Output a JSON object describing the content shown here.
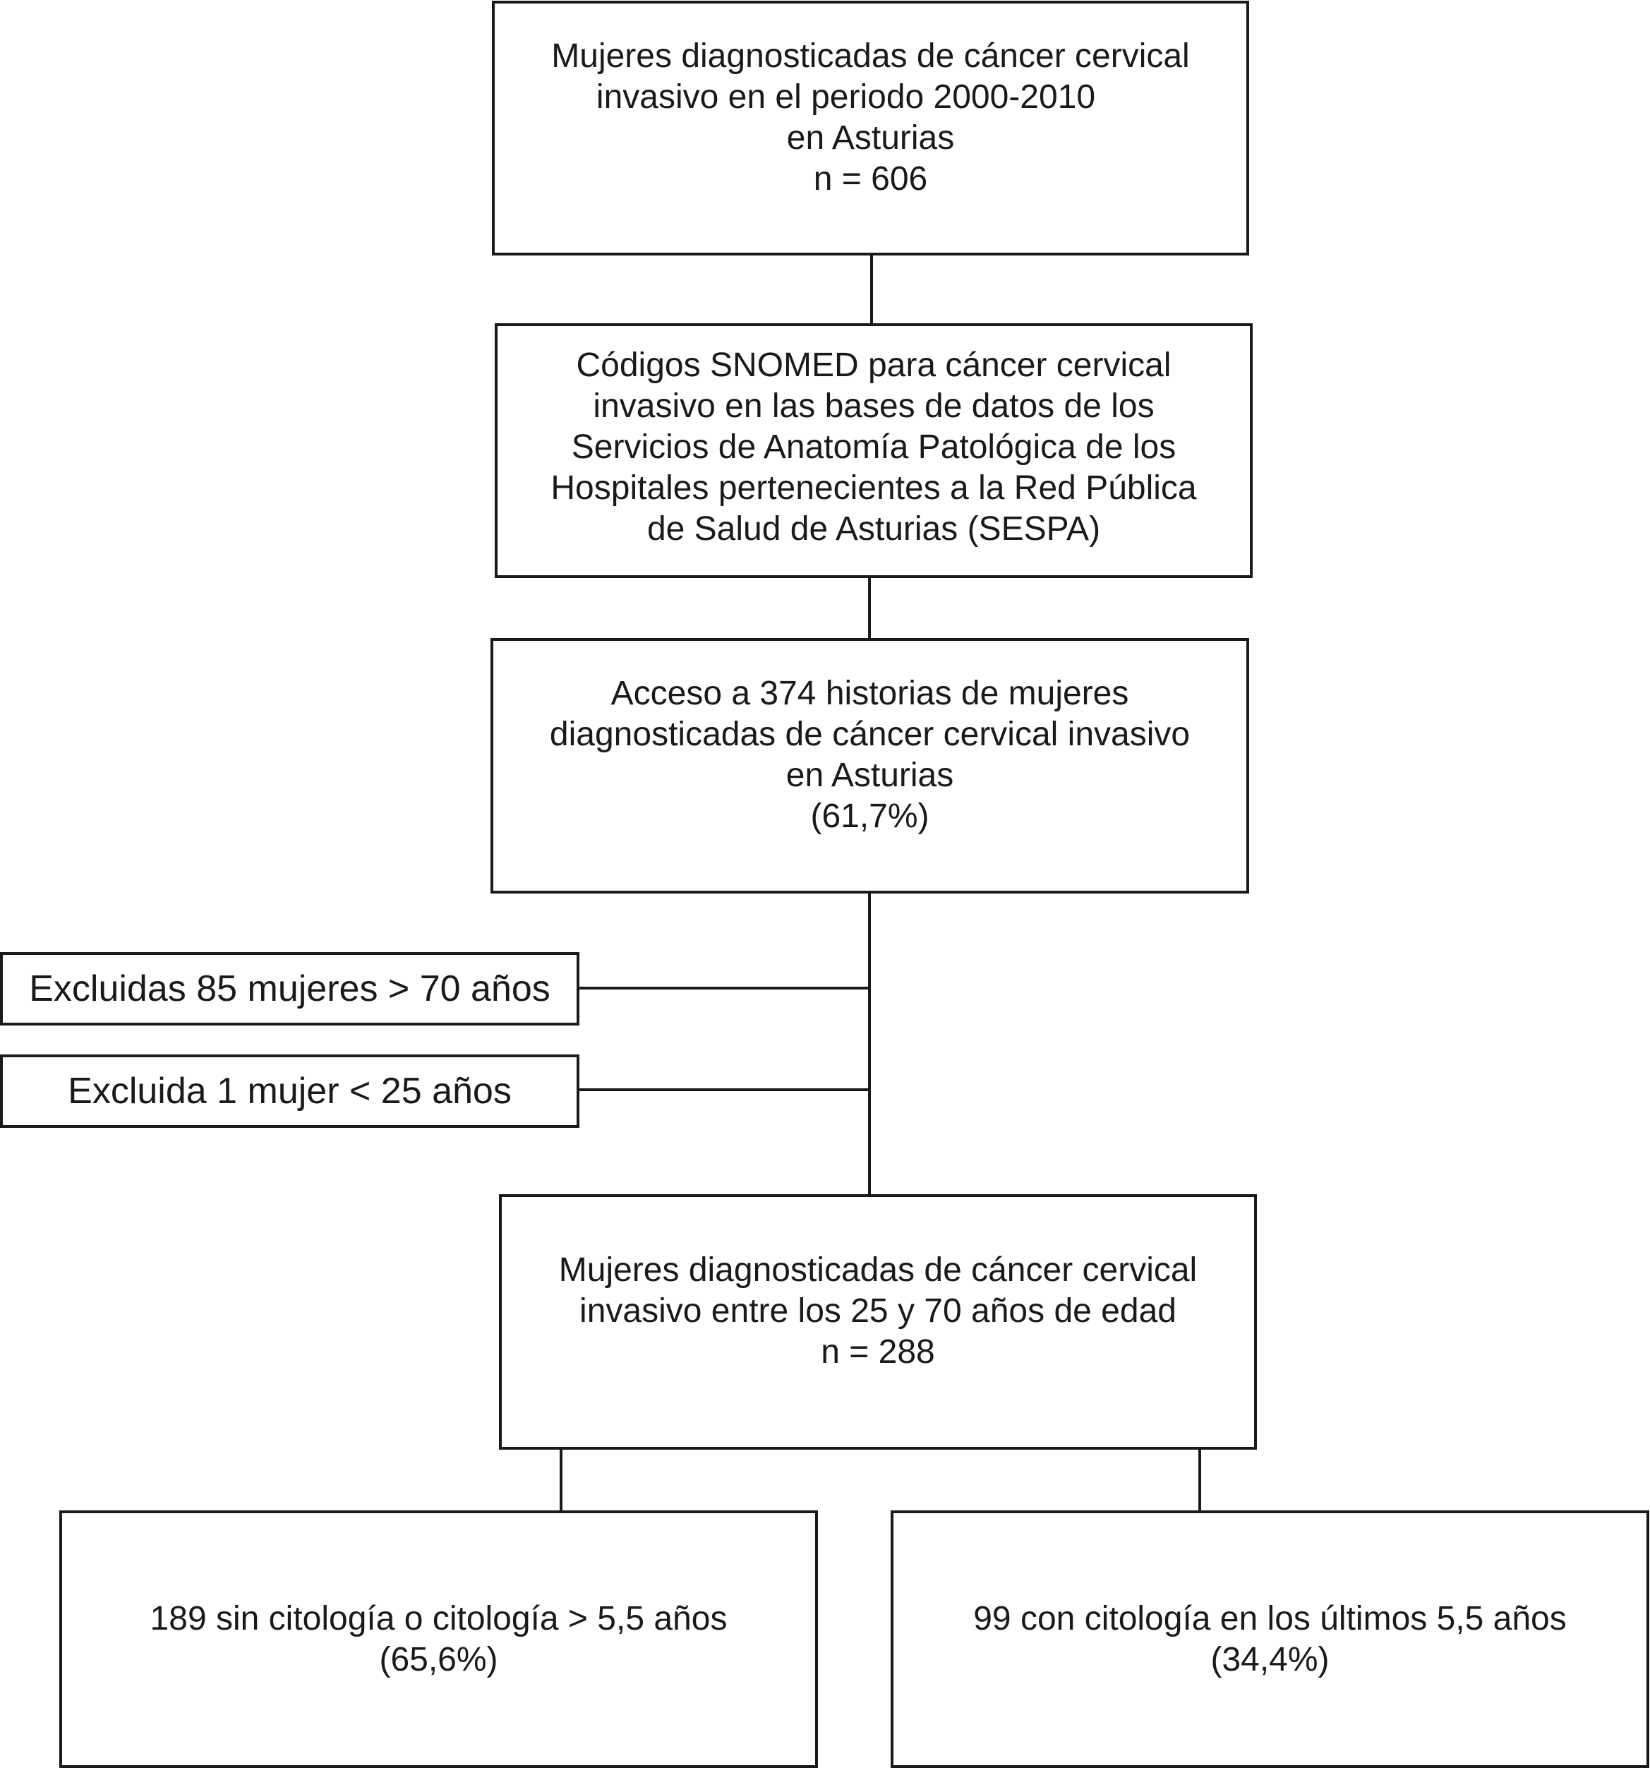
{
  "flowchart": {
    "box1": {
      "lines": [
        "Mujeres diagnosticadas de cáncer cervical",
        "invasivo en el periodo 2000-2010",
        "en Asturias",
        "n = 606"
      ]
    },
    "box2": {
      "lines": [
        "Códigos SNOMED para cáncer cervical",
        "invasivo en las bases de datos de los",
        "Servicios de Anatomía Patológica de los",
        "Hospitales pertenecientes a la Red Pública",
        "de Salud de Asturias (SESPA)"
      ]
    },
    "box3": {
      "lines": [
        "Acceso a 374 historias de mujeres",
        "diagnosticadas de cáncer cervical invasivo",
        "en Asturias",
        "(61,7%)"
      ]
    },
    "exclusion1": {
      "text": "Excluidas 85 mujeres > 70 años"
    },
    "exclusion2": {
      "text": "Excluida 1 mujer < 25 años"
    },
    "box4": {
      "lines": [
        "Mujeres diagnosticadas de cáncer cervical",
        "invasivo entre los 25 y 70 años de edad",
        "n = 288"
      ]
    },
    "box5": {
      "lines": [
        "189 sin citología o citología > 5,5 años",
        "(65,6%)"
      ]
    },
    "box6": {
      "lines": [
        "99 con citología en los últimos 5,5 años",
        "(34,4%)"
      ]
    }
  },
  "colors": {
    "stroke": "#1a1a1a",
    "background": "#ffffff"
  }
}
